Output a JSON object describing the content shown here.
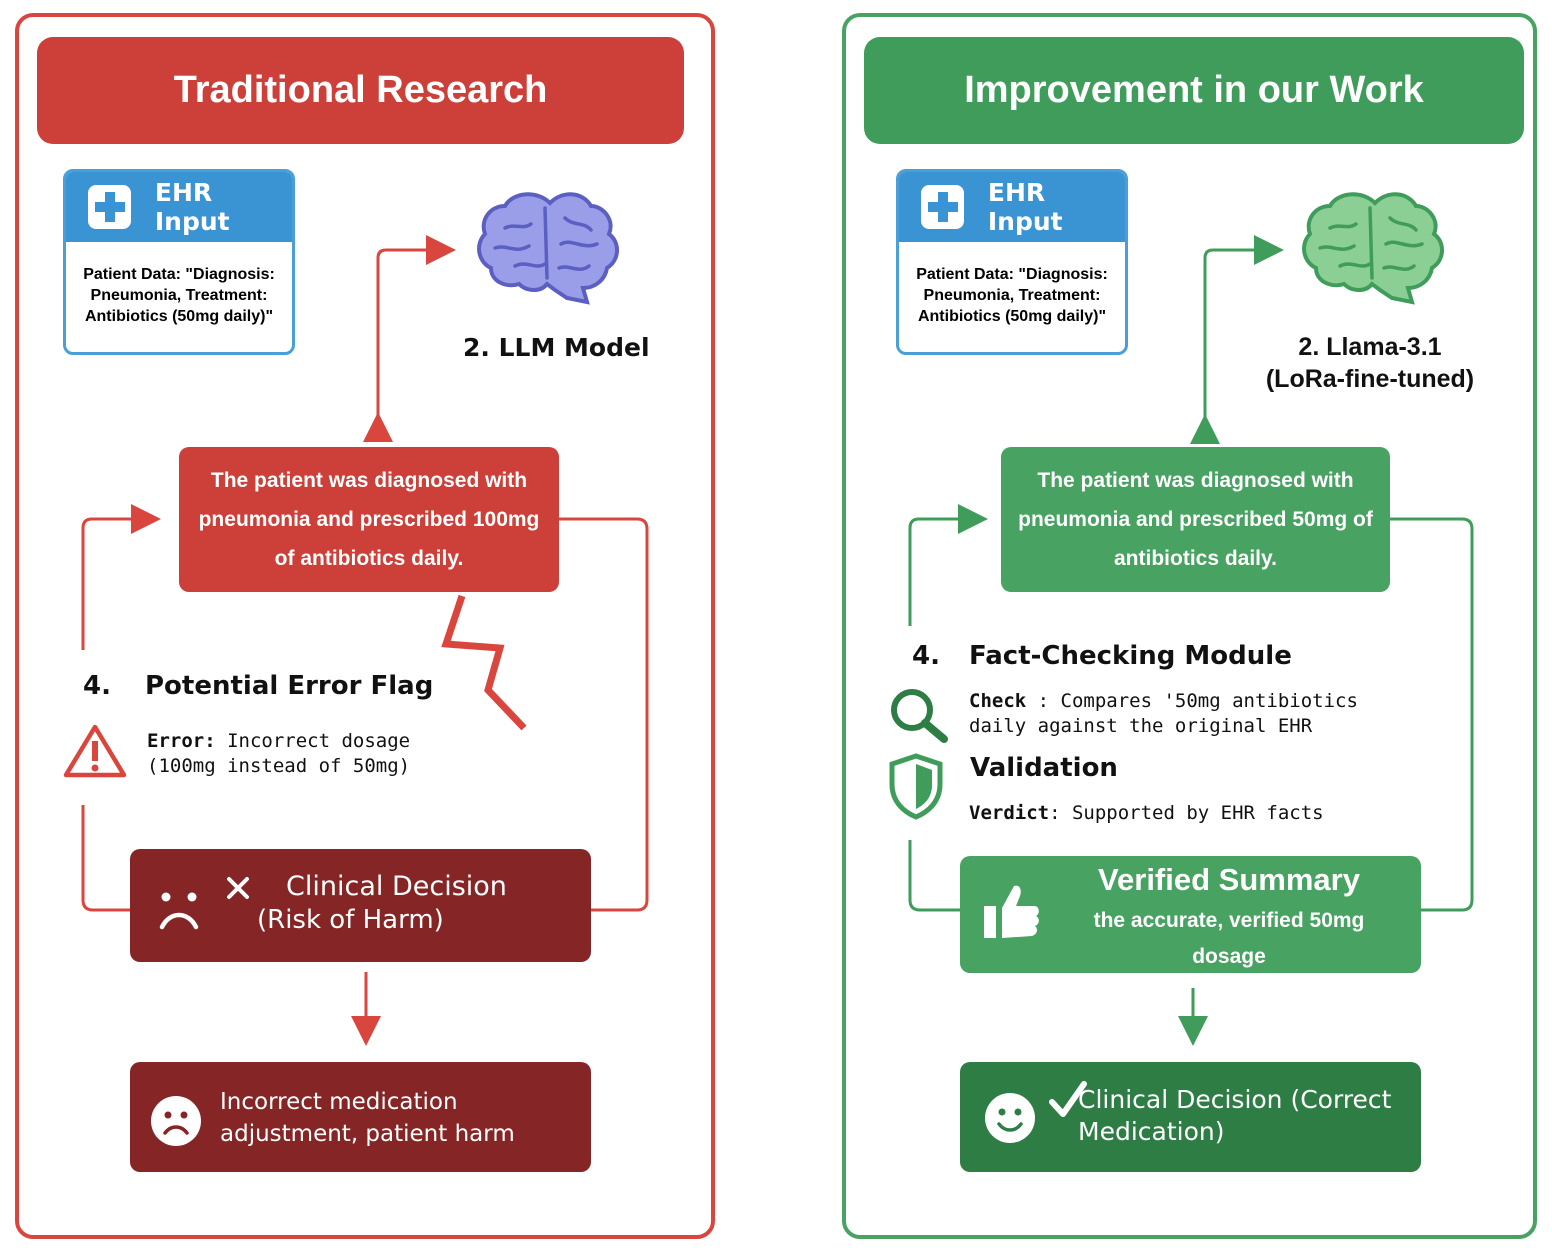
{
  "left": {
    "title": "Traditional Research",
    "ehr_title": "EHR Input",
    "ehr_text": "Patient Data: \"Diagnosis: Pneumonia, Treatment: Antibiotics (50mg daily)\"",
    "model_label": "2. LLM Model",
    "statement": "The patient was diagnosed with pneumonia and prescribed 100mg of antibiotics daily.",
    "flag_number": "4.",
    "flag_title": "Potential Error Flag",
    "error_label": "Error:",
    "error_text": " Incorrect dosage (100mg instead of 50mg)",
    "decision_title": "Clinical Decision",
    "decision_sub": "(Risk of Harm)",
    "outcome": "Incorrect medication adjustment, patient harm",
    "accent": "#cc4039",
    "dark": "#852525"
  },
  "right": {
    "title": "Improvement in our Work",
    "ehr_title": "EHR Input",
    "ehr_text": "Patient Data: \"Diagnosis: Pneumonia, Treatment: Antibiotics (50mg daily)\"",
    "model_label_1": "2. Llama-3.1",
    "model_label_2": "(LoRa-fine-tuned)",
    "statement": "The patient was diagnosed with pneumonia and prescribed 50mg of antibiotics daily.",
    "module_number": "4.",
    "module_title": "Fact-Checking Module",
    "check_label": "Check",
    "check_text": " : Compares '50mg antibiotics daily against the original EHR",
    "validation_title": "Validation",
    "verdict_label": "Verdict",
    "verdict_text": ": Supported by EHR facts",
    "summary_title": "Verified Summary",
    "summary_text": "the accurate, verified 50mg dosage",
    "decision": "Clinical Decision (Correct Medication)",
    "accent": "#3f9c5b",
    "dark": "#2e7d45"
  },
  "icons": {
    "medical-cross": "plus",
    "brain": "brain",
    "warning": "triangle-exclamation",
    "sad-face": "frown",
    "x-mark": "x",
    "magnifier": "search",
    "shield": "shield",
    "thumbs-up": "thumbs-up",
    "smile": "smile",
    "check": "checkmark"
  }
}
